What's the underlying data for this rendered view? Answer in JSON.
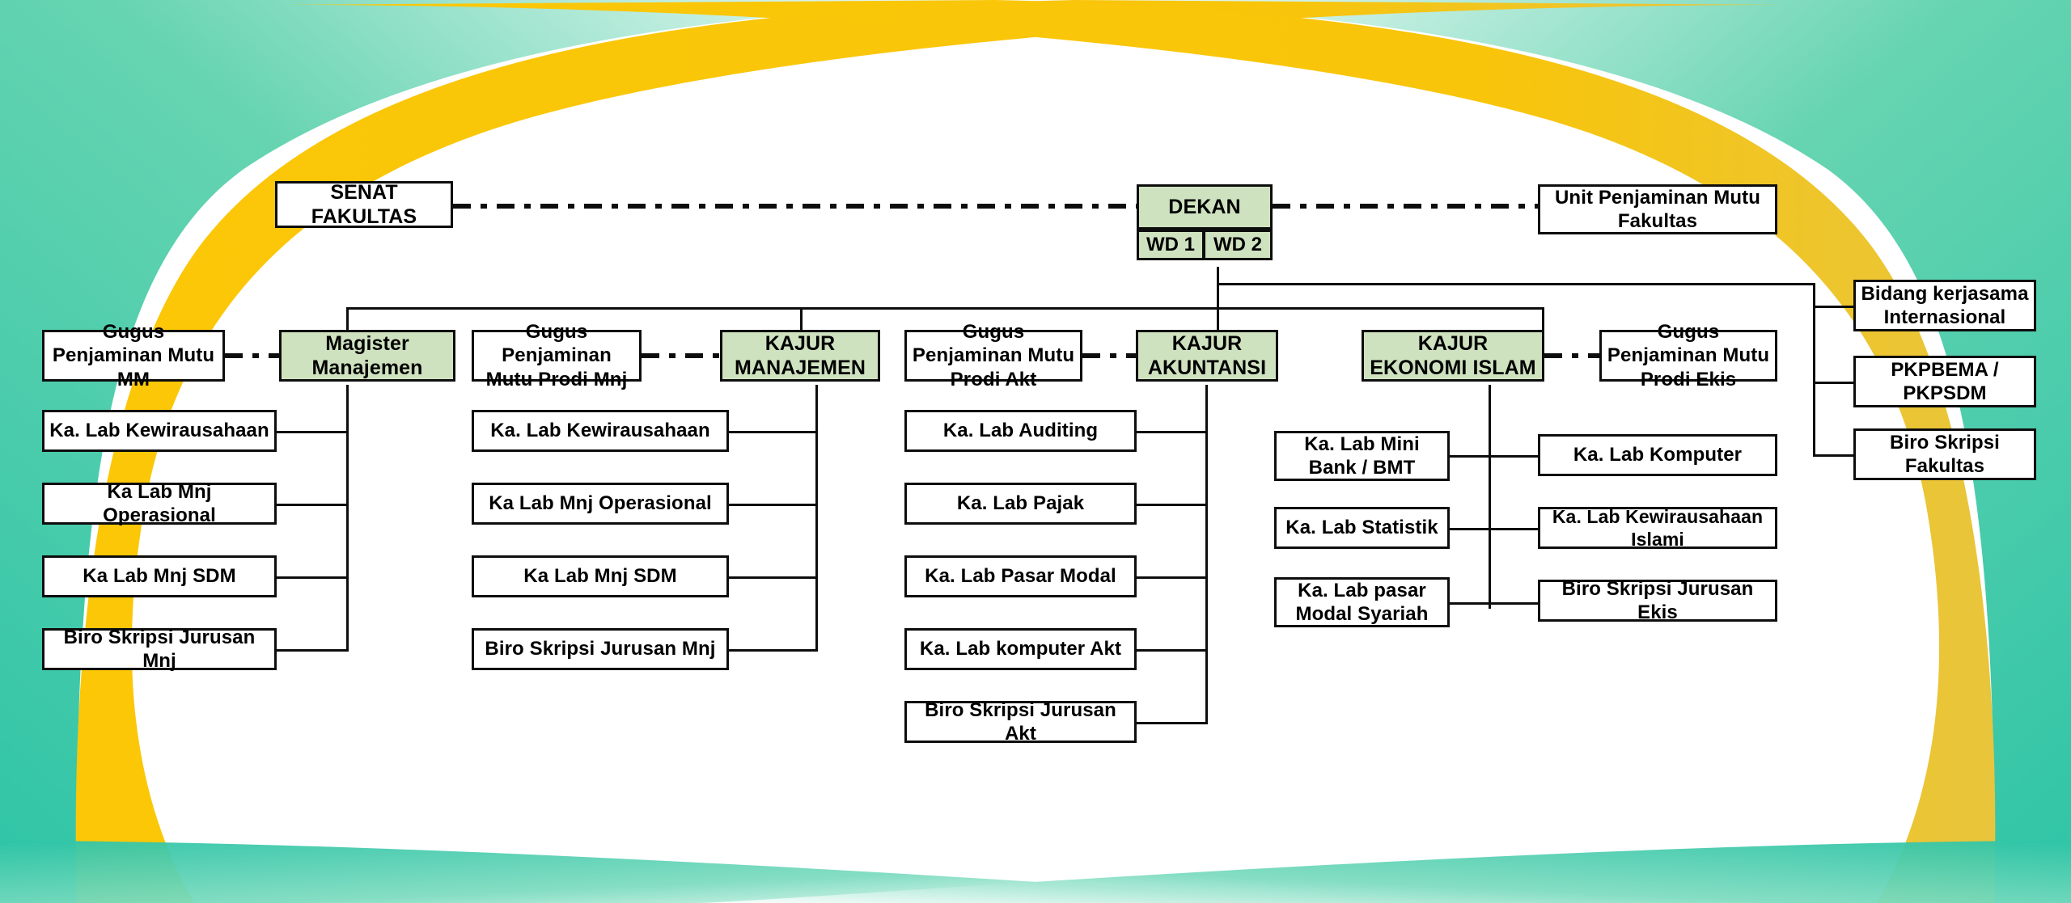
{
  "page": {
    "title": "Struktur Organisasi Fakultas",
    "colors": {
      "node_fill": "#ffffff",
      "node_fill_highlight": "#cfe2c0",
      "node_border": "#0d0d0d",
      "accent_yellow": "#fbc707",
      "accent_green": "#4cc894",
      "accent_teal": "#2ec4a6"
    }
  },
  "nodes": {
    "senat_fakultas": "SENAT FAKULTAS",
    "dekan": "DEKAN",
    "wd1": "WD 1",
    "wd2": "WD 2",
    "unit_penjaminan_mutu_fakultas": "Unit Penjaminan Mutu Fakultas",
    "gugus_mm": "Gugus Penjaminan Mutu MM",
    "magister_manajemen": "Magister Manajemen",
    "gugus_prodi_mnj": "Gugus Penjaminan Mutu Prodi Mnj",
    "kajur_manajemen": "KAJUR MANAJEMEN",
    "gugus_prodi_akt": "Gugus Penjaminan Mutu Prodi Akt",
    "kajur_akuntansi": "KAJUR AKUNTANSI",
    "kajur_ekonomi_islam": "KAJUR EKONOMI ISLAM",
    "gugus_prodi_ekis": "Gugus Penjaminan Mutu Prodi Ekis",
    "bidang_kerjasama": "Bidang kerjasama Internasional",
    "pkpbema": "PKPBEMA / PKPSDM",
    "biro_skripsi_fakultas": "Biro Skripsi Fakultas",
    "mm_1": "Ka. Lab Kewirausahaan",
    "mm_2": "Ka Lab Mnj Operasional",
    "mm_3": "Ka Lab Mnj SDM",
    "mm_4": "Biro Skripsi Jurusan Mnj",
    "mnj_1": "Ka. Lab Kewirausahaan",
    "mnj_2": "Ka Lab Mnj Operasional",
    "mnj_3": "Ka Lab Mnj SDM",
    "mnj_4": "Biro Skripsi Jurusan Mnj",
    "akt_1": "Ka. Lab Auditing",
    "akt_2": "Ka. Lab Pajak",
    "akt_3": "Ka. Lab Pasar Modal",
    "akt_4": "Ka. Lab komputer Akt",
    "akt_5": "Biro Skripsi Jurusan Akt",
    "ekis_l1": "Ka. Lab Mini Bank / BMT",
    "ekis_l2": "Ka. Lab Statistik",
    "ekis_l3": "Ka. Lab pasar Modal Syariah",
    "ekis_r1": "Ka. Lab Komputer",
    "ekis_r2": "Ka. Lab Kewirausahaan Islami",
    "ekis_r3": "Biro Skripsi Jurusan Ekis"
  }
}
